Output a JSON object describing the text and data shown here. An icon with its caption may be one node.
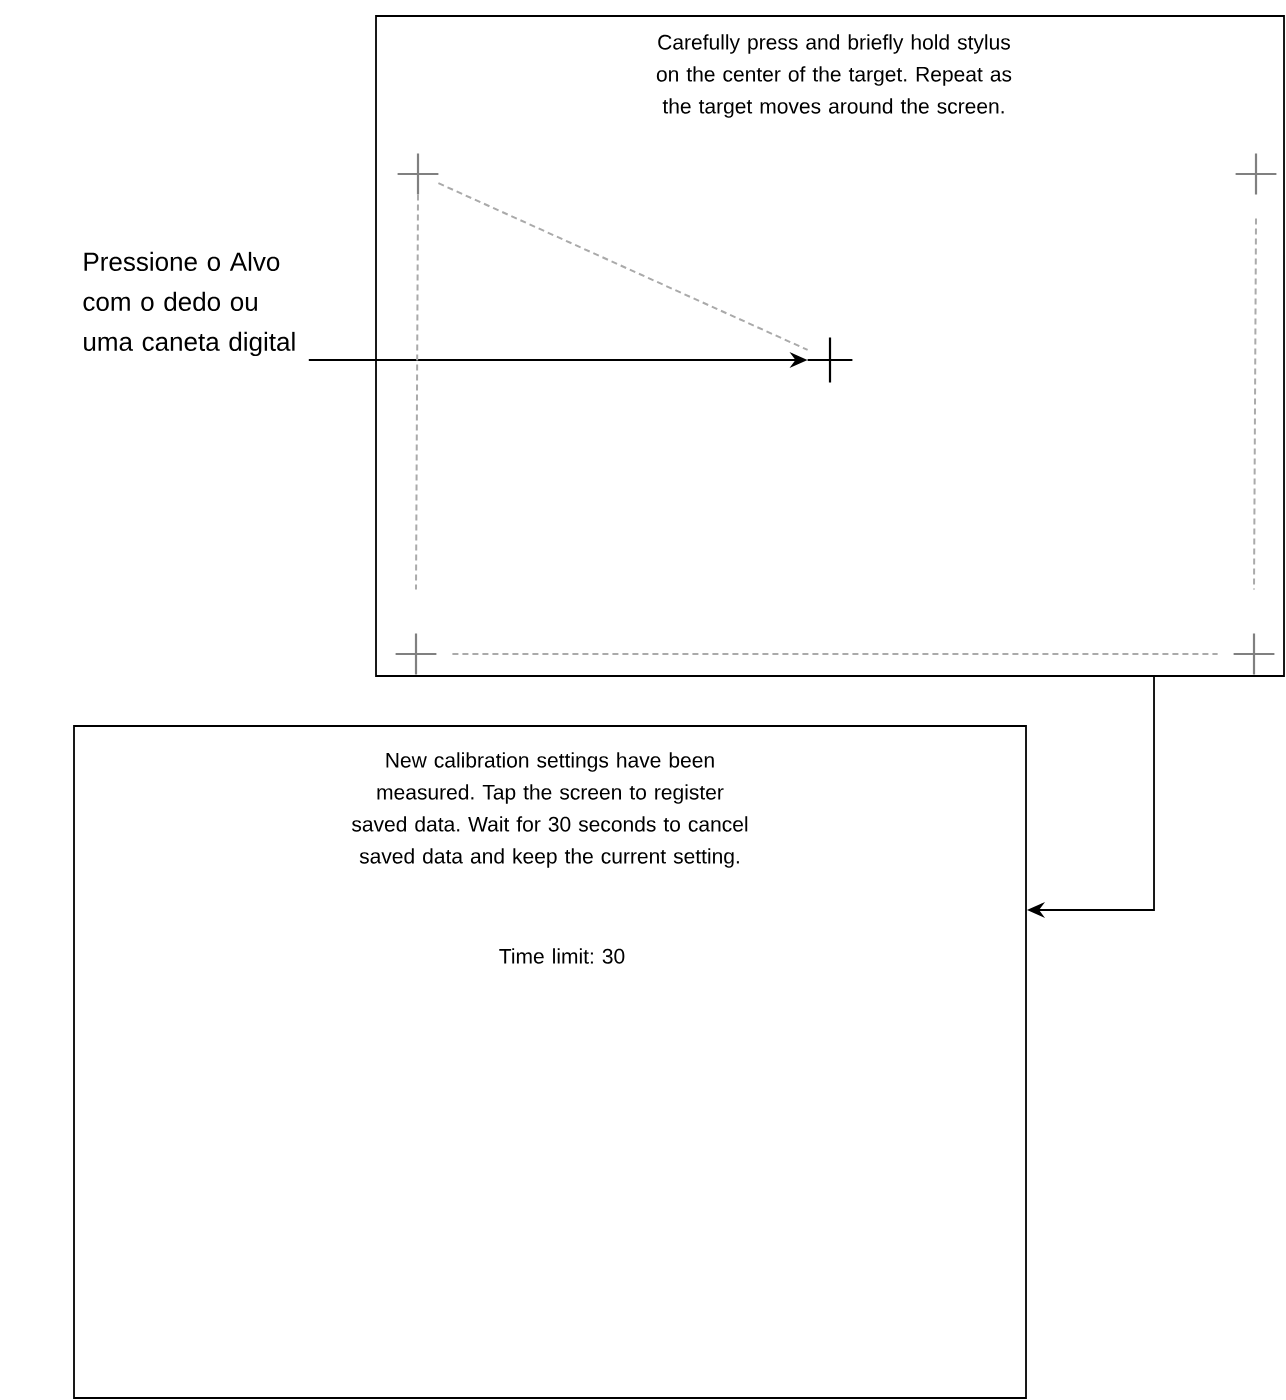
{
  "diagram": {
    "nodes": [
      {
        "text": [
          "Carefully press and briefly hold stylus on the center of the target. Repeat as the target moves around the screen."
        ]
      },
      {
        "text": [
          "New calibration settings have been measured. Tap the screen to register saved data. Wait for 30 seconds to cancel saved data and keep the current setting.",
          "Time limit: 30"
        ]
      },
      {
        "text": [
          "Pressione o Alvo com o dedo ou uma caneta digital"
        ]
      },
      {
        "text": [],
        "shape": "cross",
        "in": 0
      },
      {
        "text": [],
        "shape": "cross",
        "in": 0
      },
      {
        "text": [],
        "shape": "cross",
        "in": 0
      },
      {
        "text": [],
        "shape": "cross",
        "in": 0
      },
      {
        "text": [],
        "shape": "cross",
        "in": 0
      }
    ],
    "edges": [
      {
        "from": 2,
        "to": 5,
        "arrow": "to",
        "color": "#000000"
      },
      {
        "from": 3,
        "to": 5,
        "arrow": "none",
        "style": "dashed"
      },
      {
        "from": 3,
        "to": 6,
        "arrow": "none",
        "style": "dashed"
      },
      {
        "from": 6,
        "to": 7,
        "arrow": "none",
        "style": "dashed"
      },
      {
        "from": 4,
        "to": 7,
        "arrow": "none",
        "style": "dashed"
      },
      {
        "from": 0,
        "to": 1,
        "arrow": "to",
        "color": "#000000"
      }
    ]
  }
}
